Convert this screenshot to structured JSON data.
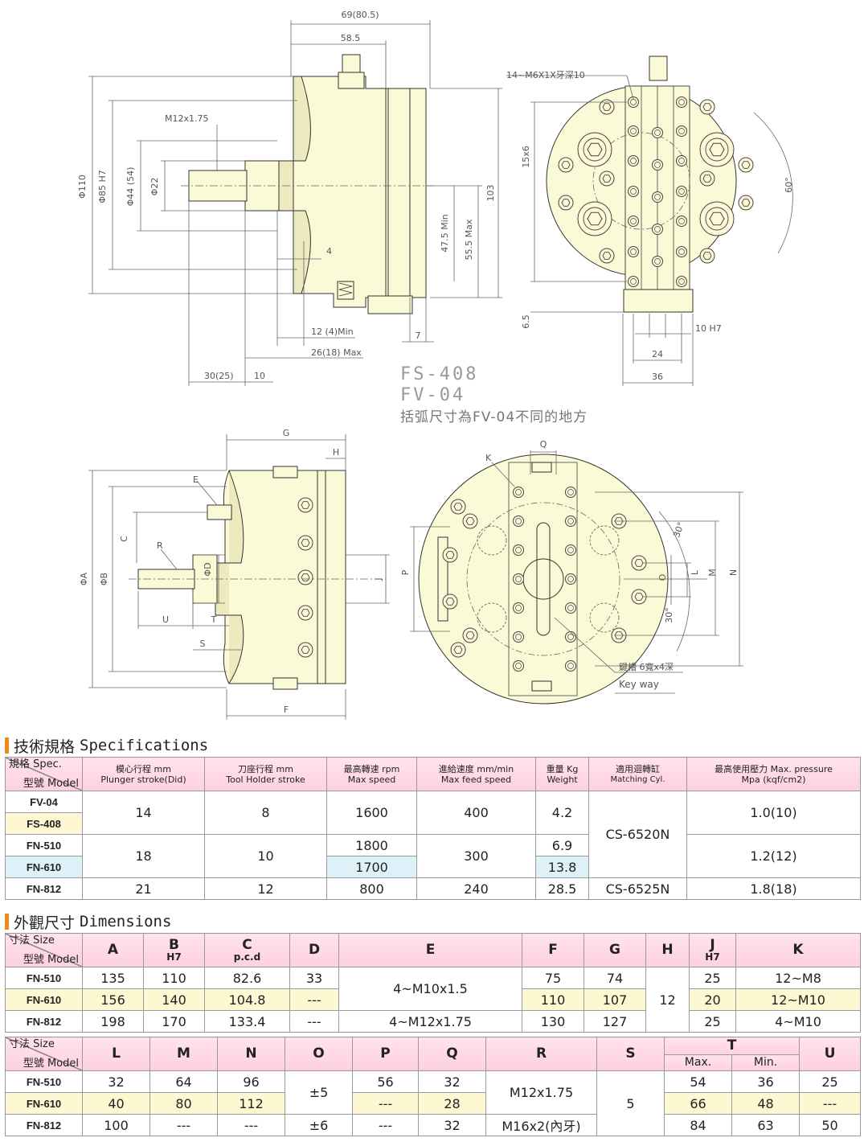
{
  "drawing": {
    "top_side": {
      "dims": {
        "d69": "69(80.5)",
        "d585": "58.5",
        "m12": "M12x1.75",
        "d110": "Φ110",
        "d85": "Φ85 H7",
        "d44": "Φ44 (54)",
        "d22": "Φ22",
        "d4": "4",
        "d475": "47.5 Min",
        "d555": "55.5 Max",
        "d103": "103",
        "d12": "12 (4)Min",
        "d26": "26(18) Max",
        "d30": "30(25)",
        "d10": "10",
        "d7": "7"
      }
    },
    "top_front": {
      "dims": {
        "tap": "14~M6X1X牙深10",
        "d15x6": "15x6",
        "d60": "60°",
        "d65": "6.5",
        "d10h7": "10 H7",
        "d24": "24",
        "d36": "36"
      }
    },
    "labels": {
      "fs408": "FS-408",
      "fv04": "FV-04",
      "note": "括弧尺寸為FV-04不同的地方"
    },
    "bottom_side": {
      "dims": {
        "g": "G",
        "h": "H",
        "e": "E",
        "c": "C",
        "r": "R",
        "d": "ΦD",
        "a": "ΦA",
        "b": "ΦB",
        "j": "J",
        "u": "U",
        "t": "T",
        "s": "S",
        "f": "F"
      }
    },
    "bottom_front": {
      "dims": {
        "q": "Q",
        "k": "K",
        "p": "P",
        "d30a": "30°",
        "d30b": "30°",
        "o": "O",
        "l": "L",
        "m": "M",
        "n": "N",
        "key": "鍵槽 6寬x4深",
        "keyway": "Key way"
      }
    }
  },
  "specs": {
    "title_zh": "技術規格",
    "title_en": "Specifications",
    "corner_top": "規格 Spec.",
    "corner_bottom": "型號 Model",
    "headers": [
      [
        "模心行程 mm",
        "Plunger stroke(Did)"
      ],
      [
        "刀座行程 mm",
        "Tool Holder stroke"
      ],
      [
        "最高轉速 rpm",
        "Max speed"
      ],
      [
        "進給速度 mm/min",
        "Max feed speed"
      ],
      [
        "重量 Kg",
        "Weight"
      ],
      [
        "適用迴轉缸",
        "Matching Cyl."
      ],
      [
        "最高使用壓力 Max. pressure",
        "Mpa (kqf/cm2)"
      ]
    ],
    "models": [
      "FV-04",
      "FS-408",
      "FN-510",
      "FN-610",
      "FN-812"
    ],
    "plunger": [
      "14",
      "18",
      "21"
    ],
    "holder": [
      "8",
      "10",
      "12"
    ],
    "speed": [
      "1600",
      "1800",
      "1700",
      "800"
    ],
    "feed": [
      "400",
      "300",
      "240"
    ],
    "weight": [
      "4.2",
      "6.9",
      "13.8",
      "28.5"
    ],
    "cyl": [
      "CS-6520N",
      "CS-6525N"
    ],
    "pressure": [
      "1.0(10)",
      "1.2(12)",
      "1.8(18)"
    ]
  },
  "dims": {
    "title_zh": "外觀尺寸",
    "title_en": "Dimensions",
    "corner_top": "寸法 Size",
    "corner_bottom": "型號 Model",
    "t1_headers": [
      {
        "main": "A",
        "sub": ""
      },
      {
        "main": "B",
        "sub": "H7"
      },
      {
        "main": "C",
        "sub": "p.c.d"
      },
      {
        "main": "D",
        "sub": ""
      },
      {
        "main": "E",
        "sub": ""
      },
      {
        "main": "F",
        "sub": ""
      },
      {
        "main": "G",
        "sub": ""
      },
      {
        "main": "H",
        "sub": ""
      },
      {
        "main": "J",
        "sub": "H7"
      },
      {
        "main": "K",
        "sub": ""
      }
    ],
    "t1_models": [
      "FN-510",
      "FN-610",
      "FN-812"
    ],
    "t1": {
      "A": [
        "135",
        "156",
        "198"
      ],
      "B": [
        "110",
        "140",
        "170"
      ],
      "C": [
        "82.6",
        "104.8",
        "133.4"
      ],
      "D": [
        "33",
        "---",
        "---"
      ],
      "E": [
        "4~M10x1.5",
        "4~M12x1.75"
      ],
      "F": [
        "75",
        "110",
        "130"
      ],
      "G": [
        "74",
        "107",
        "127"
      ],
      "H": [
        "12"
      ],
      "J": [
        "25",
        "20",
        "25"
      ],
      "K": [
        "12~M8",
        "12~M10",
        "4~M10"
      ]
    },
    "t2_headers": [
      "L",
      "M",
      "N",
      "O",
      "P",
      "Q",
      "R",
      "S",
      "T",
      "U"
    ],
    "t2_sub": [
      "Max.",
      "Min."
    ],
    "t2_models": [
      "FN-510",
      "FN-610",
      "FN-812"
    ],
    "t2": {
      "L": [
        "32",
        "40",
        "100"
      ],
      "M": [
        "64",
        "80",
        "---"
      ],
      "N": [
        "96",
        "112",
        "---"
      ],
      "O": [
        "±5",
        "±6"
      ],
      "P": [
        "56",
        "---",
        "---"
      ],
      "Q": [
        "32",
        "28",
        "32"
      ],
      "R": [
        "M12x1.75",
        "M16x2(內牙)"
      ],
      "S": [
        "5"
      ],
      "Tmax": [
        "54",
        "66",
        "84"
      ],
      "Tmin": [
        "36",
        "48",
        "63"
      ],
      "U": [
        "25",
        "---",
        "50"
      ]
    }
  }
}
